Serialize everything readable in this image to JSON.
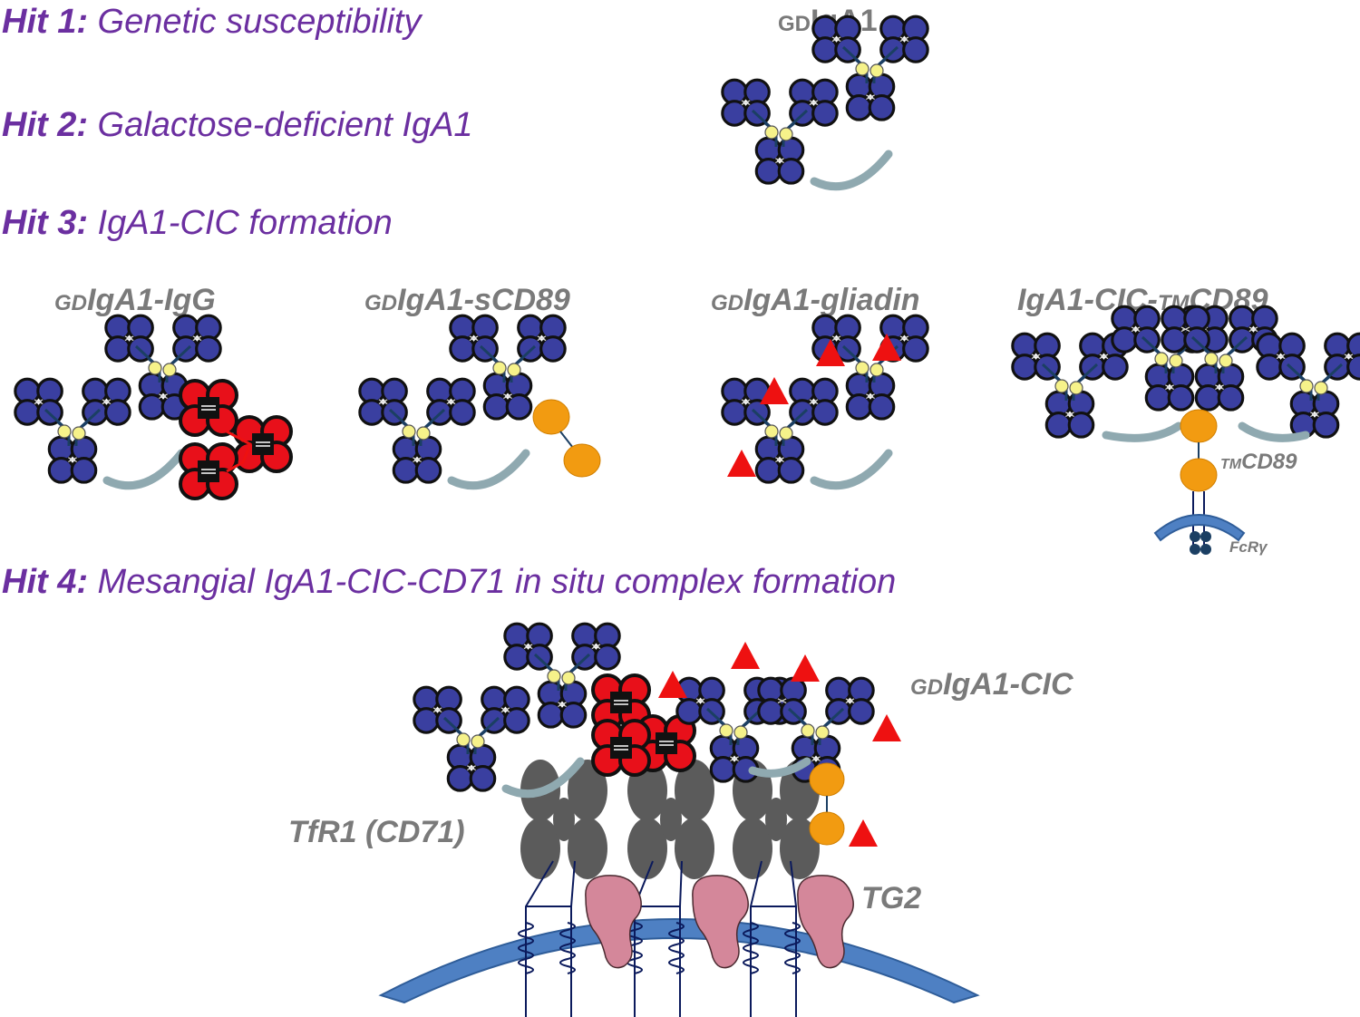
{
  "hits": [
    {
      "label": "Hit 1:",
      "text": " Genetic susceptibility"
    },
    {
      "label": "Hit 2:",
      "text": " Galactose-deficient IgA1"
    },
    {
      "label": "Hit 3:",
      "text": " IgA1-CIC formation"
    },
    {
      "label": "Hit 4:",
      "text": " Mesangial IgA1-CIC-CD71 in situ complex formation"
    }
  ],
  "top_molecule": {
    "prefix": "GD",
    "name": "IgA1"
  },
  "panels": [
    {
      "prefix": "GD",
      "name": "IgA1-IgG"
    },
    {
      "prefix": "GD",
      "name": "IgA1-sCD89"
    },
    {
      "prefix": "GD",
      "name": "IgA1-gliadin"
    },
    {
      "prefix": "",
      "name": "IgA1-CIC-",
      "sub": "TM",
      "name2": "CD89"
    }
  ],
  "tmcd89_label": {
    "sub": "TM",
    "name": "CD89"
  },
  "fcr_label": "FcRγ",
  "bottom": {
    "complex_label": {
      "prefix": "GD",
      "name": "IgA1-CIC"
    },
    "tfr_label": "TfR1 (CD71)",
    "tg2_label": "TG2"
  },
  "colors": {
    "hit_text": "#6b2fa0",
    "panel_text": "#7a7a7a",
    "domain_blue": "#3a3fa0",
    "antigen_red": "#ee1111",
    "cd89_orange": "#f29b11",
    "membrane_blue": "#4e80c3",
    "tfr_gray": "#5b5b5b",
    "tg2_pink": "#d4879a"
  }
}
